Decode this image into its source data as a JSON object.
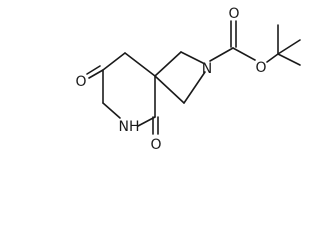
{
  "atoms": {
    "o_ketone": "O",
    "o_lactam": "O",
    "n_lactam": "NH",
    "n_azetidine": "N",
    "o_carbonyl": "O",
    "o_ester": "O"
  }
}
